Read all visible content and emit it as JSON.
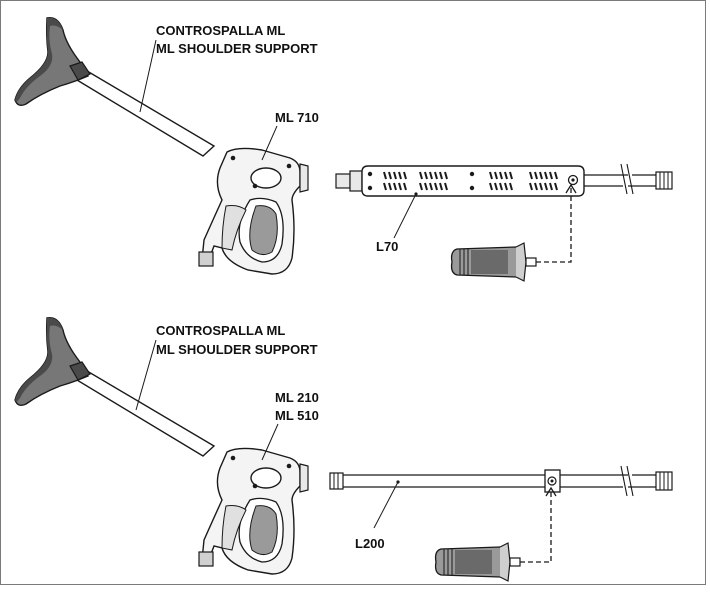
{
  "colors": {
    "line": "#1a1a1a",
    "shoulder_fill": "#777777",
    "shoulder_dark": "#4a4a4a",
    "grip_fill": "#9a9a9a",
    "body_fill": "#f4f4f4"
  },
  "top_assembly": {
    "shoulder_label_it": "CONTROSPALLA ML",
    "shoulder_label_en": "ML SHOULDER SUPPORT",
    "gun_label": "ML 710",
    "lance_label": "L70",
    "icons": [
      "shoulder-support-icon",
      "spray-gun-icon",
      "insulated-lance-icon",
      "side-handle-icon"
    ]
  },
  "bottom_assembly": {
    "shoulder_label_it": "CONTROSPALLA ML",
    "shoulder_label_en": "ML SHOULDER SUPPORT",
    "gun_label_1": "ML 210",
    "gun_label_2": "ML 510",
    "lance_label": "L200",
    "icons": [
      "shoulder-support-icon",
      "spray-gun-icon",
      "straight-lance-icon",
      "side-handle-icon"
    ]
  }
}
